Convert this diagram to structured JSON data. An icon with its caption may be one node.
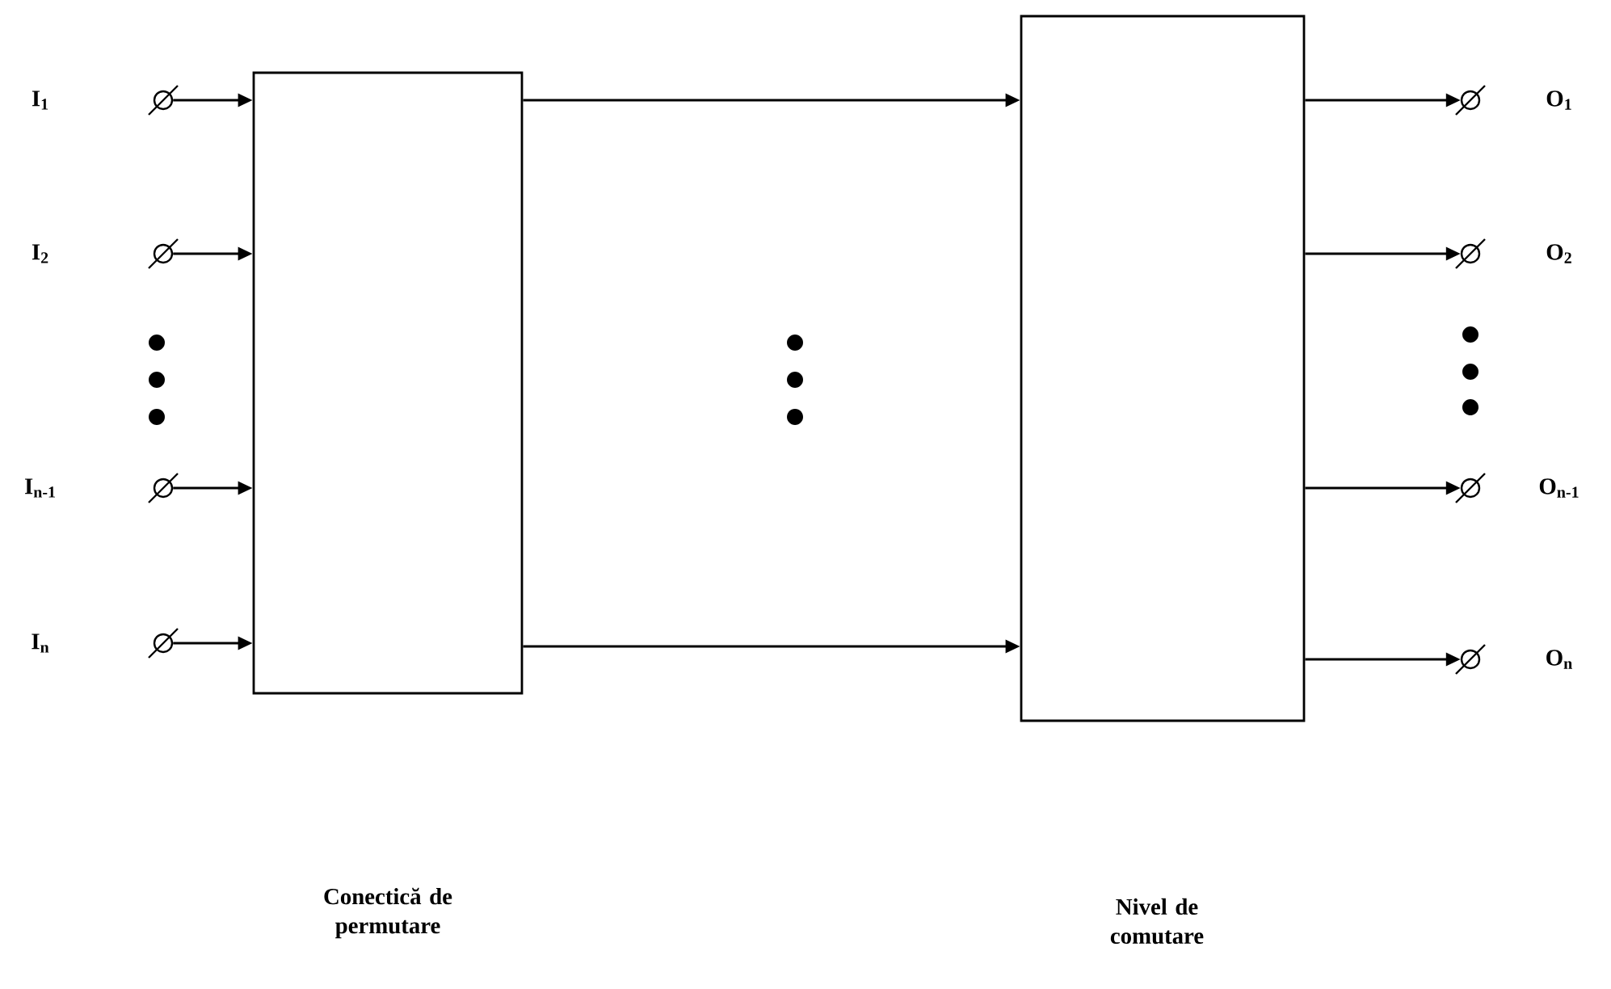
{
  "diagram": {
    "nodes": [
      {
        "text": [],
        "shape": "box"
      },
      {
        "text": [],
        "shape": "box"
      },
      {
        "text": [],
        "shape": "circle"
      },
      {
        "text": [],
        "shape": "circle"
      },
      {
        "text": [],
        "shape": "circle"
      },
      {
        "text": [],
        "shape": "circle"
      },
      {
        "text": [],
        "shape": "circle"
      },
      {
        "text": [],
        "shape": "circle"
      },
      {
        "text": [],
        "shape": "circle"
      },
      {
        "text": [],
        "shape": "circle"
      }
    ],
    "edges": [
      {
        "from": 2,
        "to": 0,
        "arrow": "to"
      },
      {
        "from": 3,
        "to": 0,
        "arrow": "to"
      },
      {
        "from": 4,
        "to": 0,
        "arrow": "to"
      },
      {
        "from": 5,
        "to": 0,
        "arrow": "to"
      },
      {
        "from": 0,
        "to": 1,
        "arrow": "to"
      },
      {
        "from": 0,
        "to": 1,
        "arrow": "to"
      },
      {
        "from": 1,
        "to": 6,
        "arrow": "to"
      },
      {
        "from": 1,
        "to": 7,
        "arrow": "to"
      },
      {
        "from": 1,
        "to": 8,
        "arrow": "to"
      },
      {
        "from": 1,
        "to": 9,
        "arrow": "to"
      }
    ],
    "labels": [
      "I$_{1}$",
      "O$_{1}$",
      "I$_{2}$",
      "O$_{2}$",
      "I$_{n-1}$",
      "O$_{n-1}$",
      "I$_{n}$",
      "O$_{n}$",
      "Conectică de permutare",
      "Nivel de comutare"
    ]
  }
}
